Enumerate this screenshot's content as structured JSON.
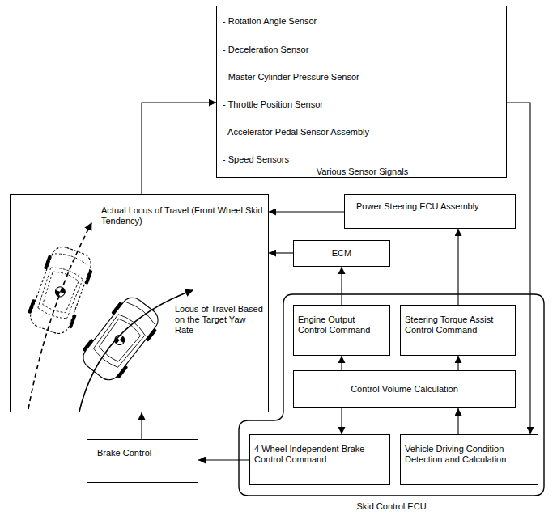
{
  "diagram": {
    "caption": "Skid Control ECU",
    "nodes": [
      {
        "text": [
          "- Rotation Angle Sensor",
          "- Deceleration Sensor",
          "- Master Cylinder Pressure Sensor",
          "- Throttle Position Sensor",
          "- Accelerator Pedal Sensor Assembly",
          "- Speed Sensors",
          "Various Sensor Signals"
        ]
      },
      {
        "text": [
          "Actual Locus of Travel (Front Wheel Skid Tendency)",
          "Locus of Travel Based on the Target Yaw Rate"
        ]
      },
      {
        "text": [
          "Power Steering ECU Assembly"
        ]
      },
      {
        "text": [
          "ECM"
        ]
      },
      {
        "text": [
          "Skid Control ECU"
        ]
      },
      {
        "text": [
          "Engine Output Control Command"
        ],
        "in": 4
      },
      {
        "text": [
          "Steering Torque Assist Control Command"
        ],
        "in": 4
      },
      {
        "text": [
          "Control Volume Calculation"
        ],
        "in": 4
      },
      {
        "text": [
          "4 Wheel Independent Brake Control Command"
        ],
        "in": 4
      },
      {
        "text": [
          "Vehicle Driving Condition Detection and Calculation"
        ],
        "in": 4
      },
      {
        "text": [
          "Brake Control"
        ]
      }
    ],
    "edges": [
      {
        "from": 1,
        "to": 0,
        "arrow": "to"
      },
      {
        "from": 0,
        "to": 9,
        "arrow": "to"
      },
      {
        "from": 9,
        "to": 7,
        "arrow": "to"
      },
      {
        "from": 7,
        "to": 5,
        "arrow": "to"
      },
      {
        "from": 7,
        "to": 6,
        "arrow": "to"
      },
      {
        "from": 7,
        "to": 8,
        "arrow": "to"
      },
      {
        "from": 5,
        "to": 3,
        "arrow": "to"
      },
      {
        "from": 6,
        "to": 2,
        "arrow": "to"
      },
      {
        "from": 2,
        "to": 1,
        "arrow": "to"
      },
      {
        "from": 3,
        "to": 1,
        "arrow": "to"
      },
      {
        "from": 8,
        "to": 10,
        "arrow": "to"
      },
      {
        "from": 10,
        "to": 1,
        "arrow": "to"
      }
    ]
  }
}
